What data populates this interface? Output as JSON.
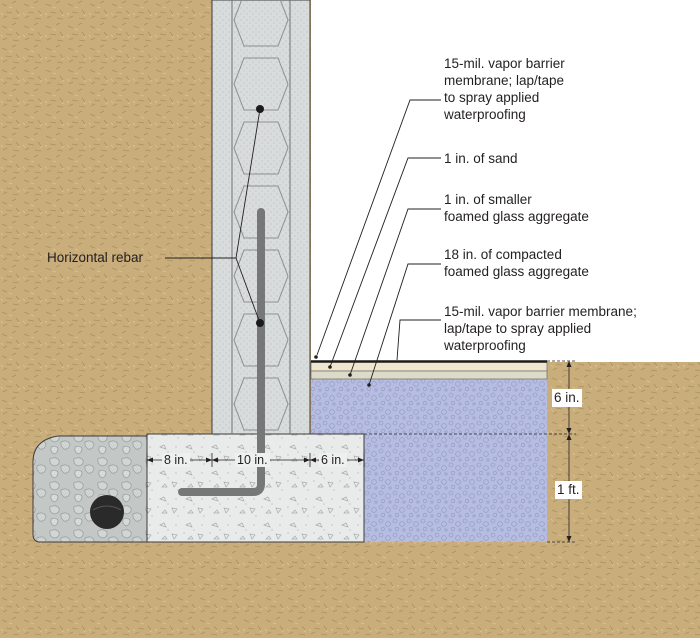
{
  "diagram": {
    "callouts": {
      "vapor_barrier_top": "15-mil. vapor barrier\nmembrane; lap/tape\nto spray applied\nwaterproofing",
      "sand": "1 in. of sand",
      "smaller_aggregate": "1 in. of smaller\nfoamed glass aggregate",
      "compacted_aggregate": "18 in. of compacted\nfoamed glass aggregate",
      "vapor_barrier_bottom": "15-mil. vapor barrier membrane;\nlap/tape to spray applied\nwaterproofing",
      "rebar": "Horizontal rebar"
    },
    "dimensions": {
      "footing_left": "8 in.",
      "footing_wall": "10 in.",
      "footing_right": "6 in.",
      "right_top": "6 in.",
      "right_bottom": "1 ft."
    },
    "colors": {
      "soil": "#c9ae7c",
      "wall_block": "#d9dcdc",
      "concrete": "#e9ebeb",
      "gravel": "#c3c8c7",
      "foam_glass": "#b6bde0",
      "sand": "#eee6cf",
      "smaller_aggregate": "#dcdac9",
      "rebar": "#767878",
      "membrane": "#1a1a1a"
    }
  }
}
